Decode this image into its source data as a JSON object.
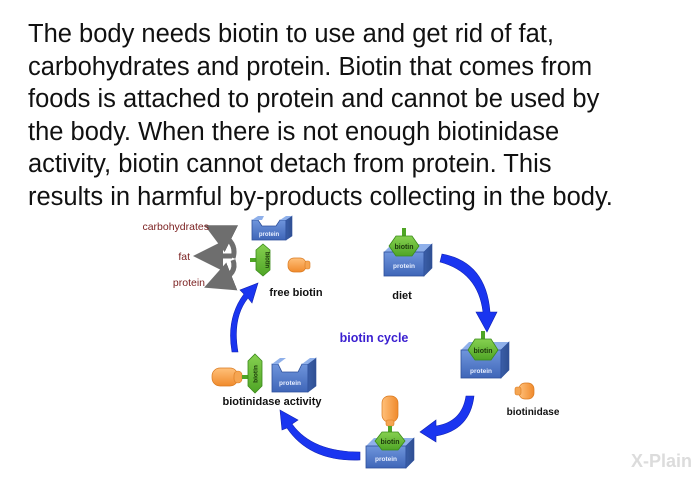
{
  "paragraph": {
    "lines": [
      "The body needs biotin to use and get rid of fat,",
      "carbohydrates and protein. Biotin that comes from",
      "foods is attached to protein and cannot be used by",
      "the body. When there is not enough biotinidase",
      "activity, biotin cannot detach from protein. This",
      "results in harmful by-products collecting in the body."
    ]
  },
  "diagram": {
    "title": "biotin cycle",
    "outputs": [
      "carbohydrates",
      "fat",
      "protein"
    ],
    "stages": {
      "free_biotin": "free biotin",
      "diet": "diet",
      "biotinidase": "biotinidase",
      "biotinidase_activity": "biotinidase activity"
    },
    "shape_labels": {
      "protein": "protein",
      "biotin": "biotin"
    },
    "colors": {
      "arrow_blue": "#1a35f0",
      "protein_blue": "#4a74c8",
      "biotin_green": "#5cb82e",
      "enzyme_orange": "#f59a42",
      "output_label": "#7a1f1f",
      "cycle_label": "#3a1fd0",
      "gray_arrow": "#6e6e6e"
    }
  },
  "logo": {
    "text": "X-Plain"
  }
}
